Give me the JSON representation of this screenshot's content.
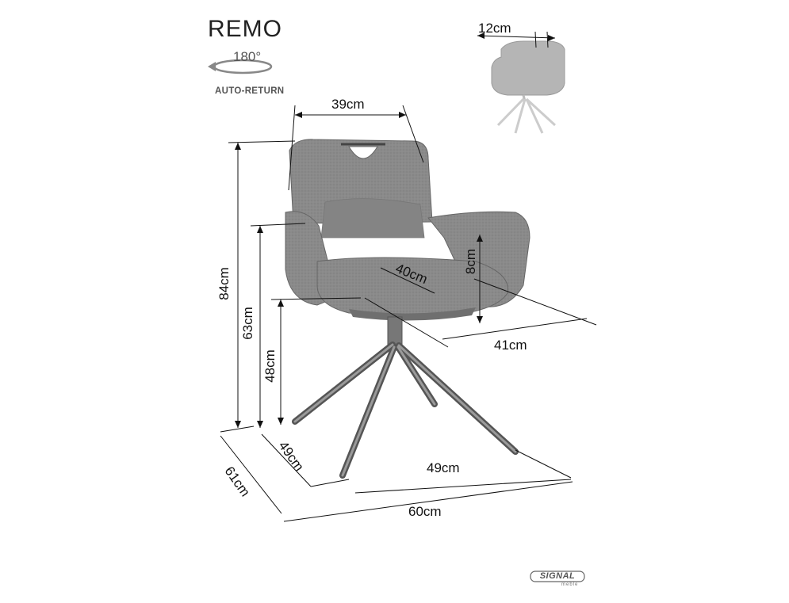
{
  "product": {
    "name": "REMO",
    "rotation": "180°",
    "rotation_label": "AUTO-RETURN"
  },
  "dimensions": {
    "handle_width": "12cm",
    "back_width": "39cm",
    "total_height": "84cm",
    "arm_height": "63cm",
    "seat_height": "48cm",
    "seat_depth": "40cm",
    "arm_thickness": "8cm",
    "seat_width": "41cm",
    "base_depth": "49cm",
    "base_width": "49cm",
    "overall_depth": "61cm",
    "overall_width": "60cm"
  },
  "brand": {
    "name": "SIGNAL",
    "sub": "meble"
  },
  "colors": {
    "fabric": "#8a8a8a",
    "fabric_dark": "#6f6f6f",
    "lines": "#111111",
    "thumb": "#b5b5b5"
  }
}
